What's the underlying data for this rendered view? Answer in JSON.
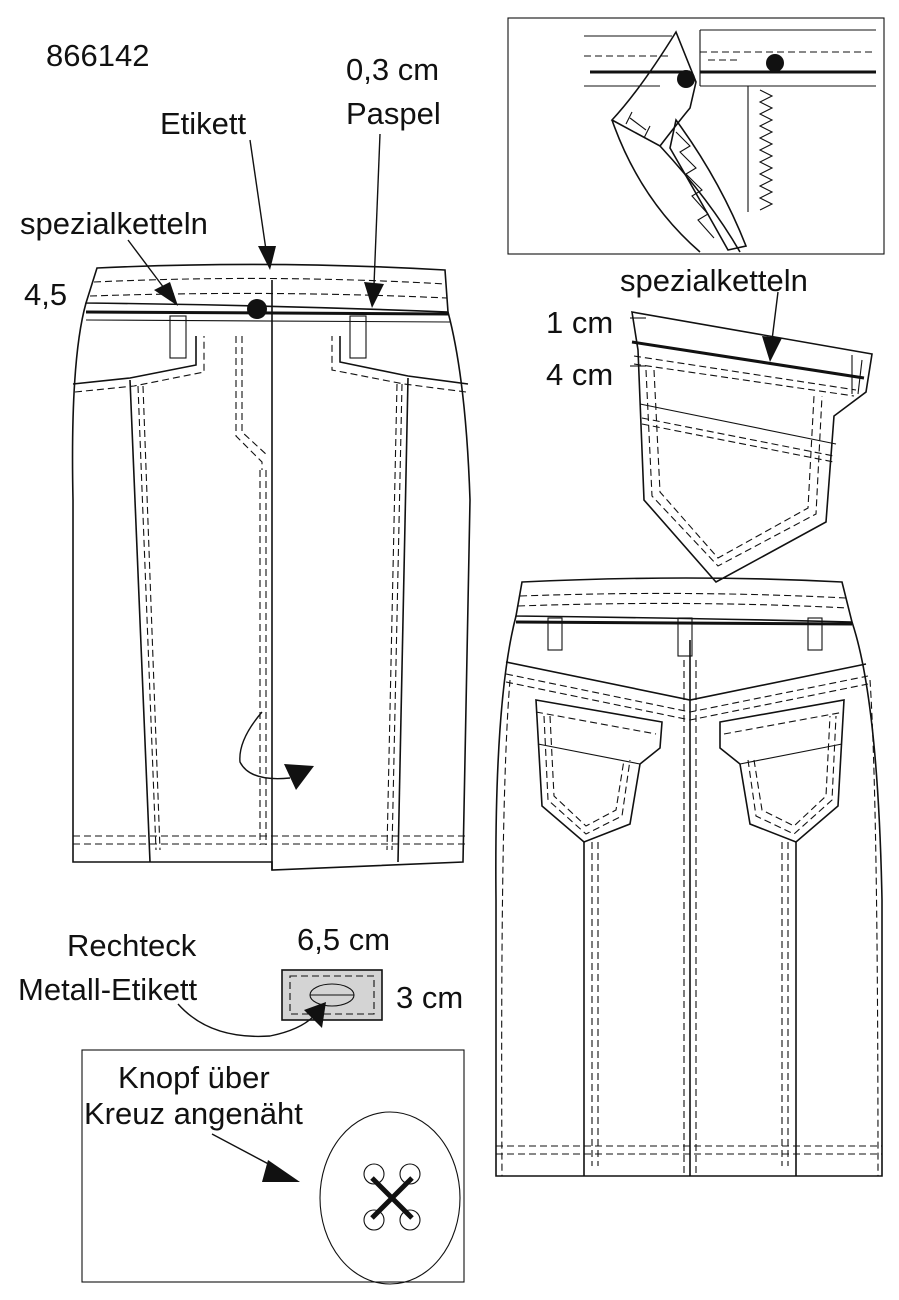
{
  "sheet": {
    "article_number": "866142",
    "labels": {
      "etikett": "Etikett",
      "piping_width": "0,3 cm",
      "piping": "Paspel",
      "special_chainstitch_front": "spezialketteln",
      "waistband_height": "4,5",
      "special_chainstitch_pocket": "spezialketteln",
      "pocket_top_1": "1 cm",
      "pocket_top_2": "4 cm",
      "metal_label_line1": "Rechteck",
      "metal_label_line2": "Metall-Etikett",
      "metal_label_width": "6,5 cm",
      "metal_label_height": "3 cm",
      "button_line1": "Knopf über",
      "button_line2": "Kreuz  angenäht"
    }
  }
}
